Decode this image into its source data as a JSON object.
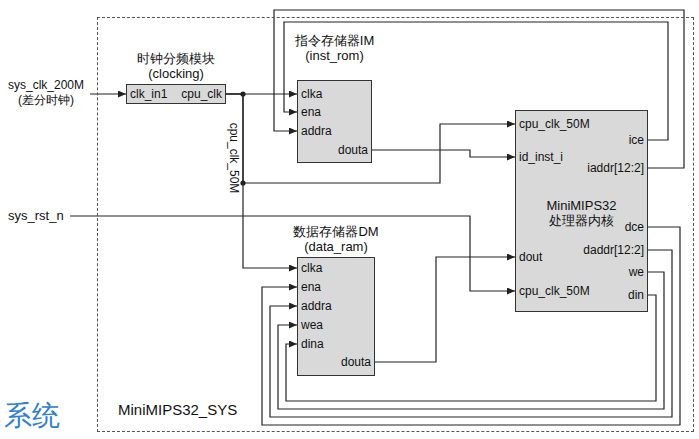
{
  "diagram": {
    "nodes": [
      {
        "text": [
          "MiniMIPS32_SYS"
        ]
      },
      {
        "text": [
          "时钟分频模块 (clocking)",
          "clk_in1",
          "cpu_clk"
        ],
        "in": 0
      },
      {
        "text": [
          "指令存储器IM (inst_rom)",
          "clka",
          "ena",
          "addra",
          "douta"
        ],
        "in": 0
      },
      {
        "text": [
          "MiniMIPS32 处理器内核",
          "cpu_clk_50M",
          "id_inst_i",
          "ice",
          "iaddr[12:2]",
          "dout",
          "cpu_clk_50M",
          "dce",
          "daddr[12:2]",
          "we",
          "din"
        ],
        "in": 0
      },
      {
        "text": [
          "数据存储器DM (data_ram)",
          "clka",
          "ena",
          "addra",
          "wea",
          "dina",
          "douta"
        ],
        "in": 0
      }
    ],
    "edges": [
      {
        "from": 1,
        "to": 2,
        "arrow": "to"
      },
      {
        "from": 1,
        "to": 4,
        "arrow": "to"
      },
      {
        "from": 1,
        "to": 3,
        "arrow": "to"
      },
      {
        "from": 3,
        "to": 2,
        "arrow": "to"
      },
      {
        "from": 3,
        "to": 2,
        "arrow": "to"
      },
      {
        "from": 2,
        "to": 3,
        "arrow": "to"
      },
      {
        "from": 4,
        "to": 3,
        "arrow": "to"
      },
      {
        "from": 3,
        "to": 4,
        "arrow": "to"
      },
      {
        "from": 3,
        "to": 4,
        "arrow": "to"
      },
      {
        "from": 3,
        "to": 4,
        "arrow": "to"
      },
      {
        "from": 3,
        "to": 4,
        "arrow": "to"
      }
    ],
    "labels": [
      "sys_clk_200M (差分时钟)",
      "sys_rst_n",
      "cpu_clk_50M",
      "系统"
    ]
  }
}
